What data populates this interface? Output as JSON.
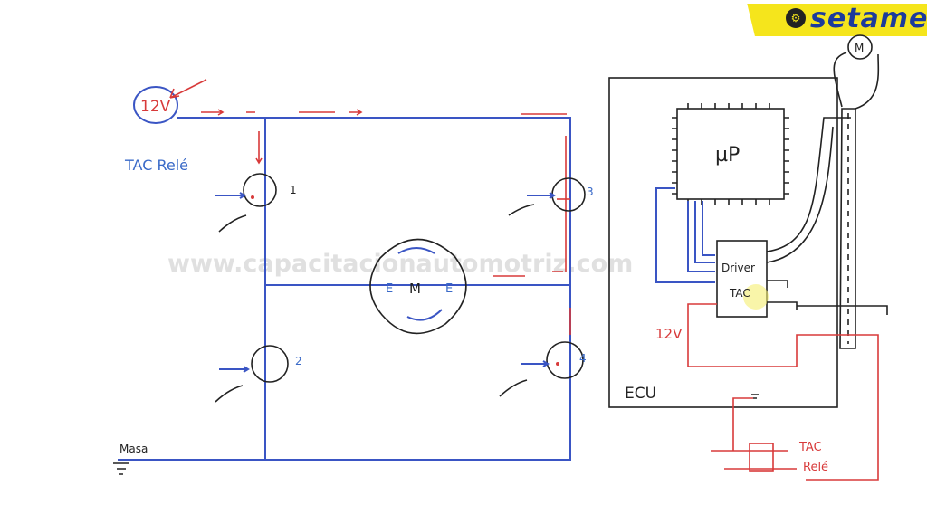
{
  "logo": {
    "text": "setame",
    "icon": "gauge-car-icon"
  },
  "watermark": "www.capacitacionautomotriz.com",
  "left_circuit": {
    "supply_label": "12V",
    "relay_label": "TAC Relé",
    "ground_label": "Masa",
    "motor_label": "M",
    "motor_terminal_left": "E",
    "motor_terminal_right": "E",
    "transistors": [
      "1",
      "2",
      "3",
      "4"
    ]
  },
  "ecu": {
    "title": "ECU",
    "microprocessor": "µP",
    "driver_label": "Driver",
    "tac_label": "TAC",
    "supply_label": "12V",
    "motor_label": "M",
    "relay_label_line1": "TAC",
    "relay_label_line2": "Relé"
  },
  "colors": {
    "blue": "#3a55c4",
    "red": "#d83a3a",
    "logo_yellow": "#f5e51c",
    "logo_blue": "#1c3a9c"
  }
}
